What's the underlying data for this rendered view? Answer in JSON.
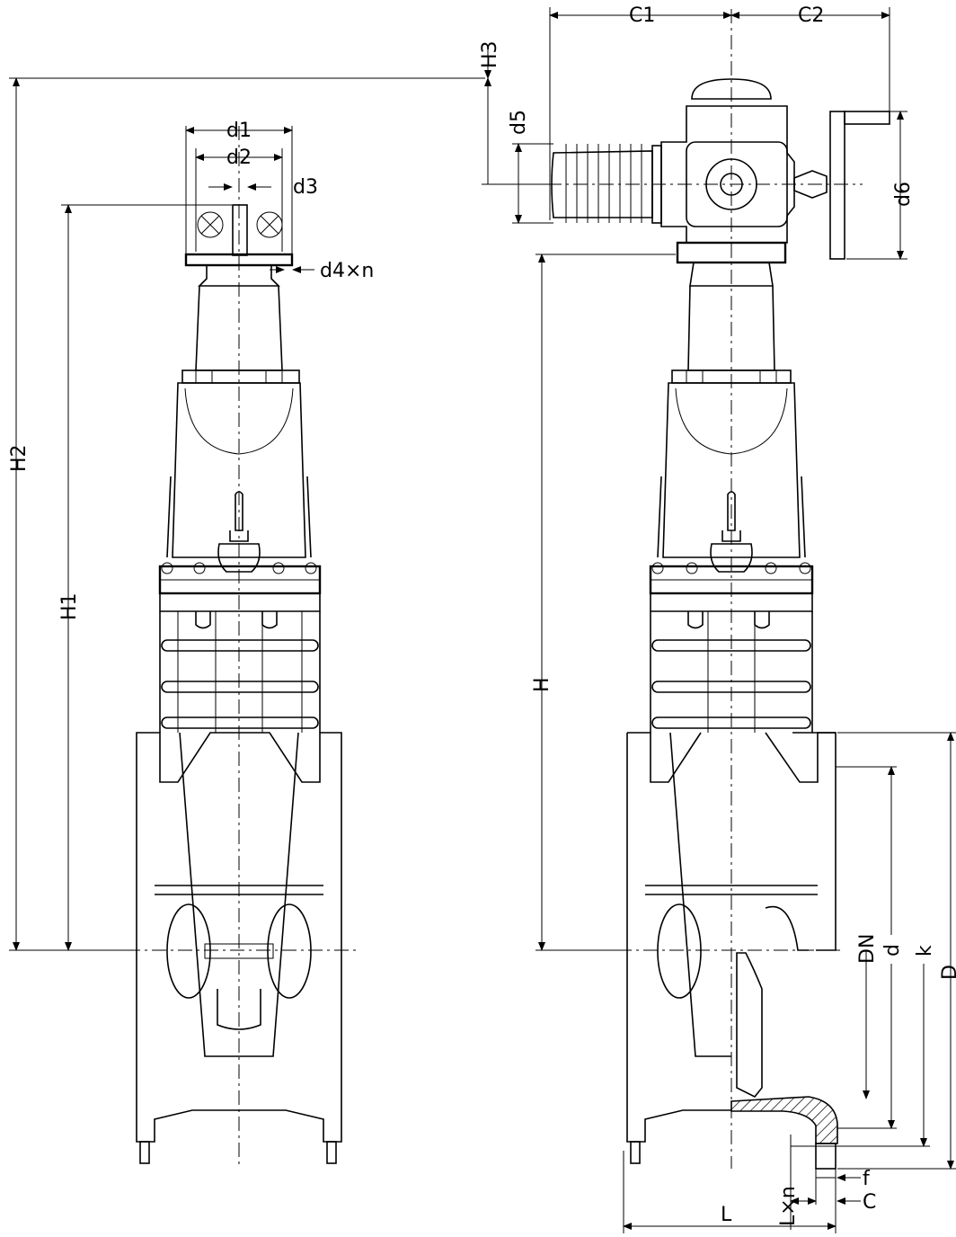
{
  "labels": {
    "c1": "C1",
    "c2": "C2",
    "h3": "H3",
    "d5": "d5",
    "d6": "d6",
    "d1": "d1",
    "d2": "d2",
    "d3": "d3",
    "d4n": "d4×n",
    "h2": "H2",
    "h1": "H1",
    "h": "H",
    "dn": "DN",
    "d": "d",
    "k": "k",
    "D": "D",
    "f": "f",
    "c": "C",
    "lxn": "L×n",
    "l": "L"
  }
}
